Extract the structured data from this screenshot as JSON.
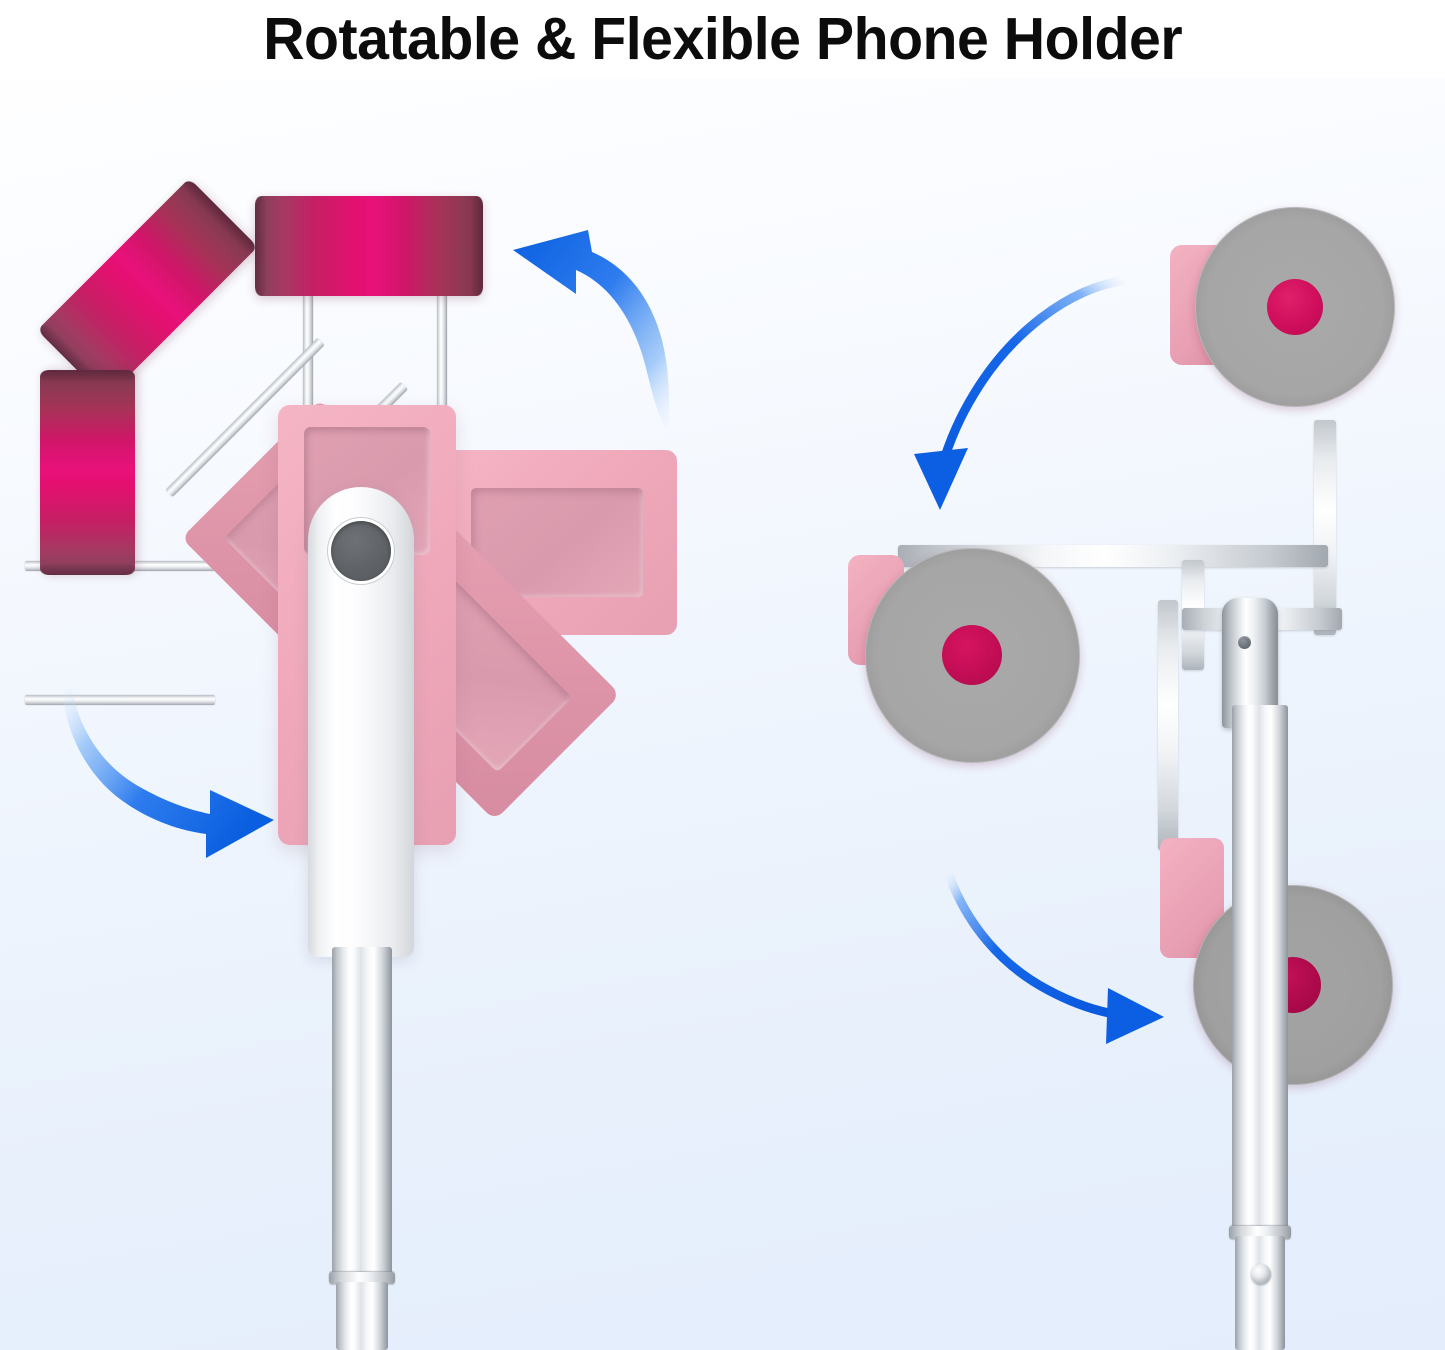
{
  "page": {
    "headline": "Rotatable & Flexible Phone Holder",
    "background_top_color": "#fcfdff",
    "background_bottom_color": "#e3edfc"
  },
  "colors": {
    "title_text": "#0c0c0c",
    "arrow_blue": "#1565e8",
    "arrow_blue_light": "#3d8bf2",
    "magnet_magenta": "#d10b59",
    "magnet_face_gray": "#a6a6a6",
    "holder_pink": "#efa8ba",
    "holder_pink_dark": "#dd93a7",
    "chrome_silver": "#d9dde1",
    "body_white": "#ffffff",
    "button_gray": "#5f6367"
  },
  "left_panel": {
    "name": "rotation-demo",
    "caption": "",
    "parts": [
      {
        "id": "magnet-disc-top",
        "label": "magnetic disc rotated to 90 degrees"
      },
      {
        "id": "magnet-disc-diagonal",
        "label": "magnetic disc rotated to 45 degrees"
      },
      {
        "id": "magnet-disc-left",
        "label": "magnetic disc rotated to 0 degrees"
      },
      {
        "id": "pink-mount-block",
        "label": "pink mounting block"
      },
      {
        "id": "pink-clamp-arm-horizontal",
        "label": "pink clamp arm horizontal"
      },
      {
        "id": "pink-clamp-arm-diagonal",
        "label": "pink clamp arm diagonal"
      },
      {
        "id": "white-handle-body",
        "label": "white handle body"
      },
      {
        "id": "release-button",
        "label": "circular release button"
      },
      {
        "id": "telescoping-pole",
        "label": "telescoping chrome pole"
      }
    ],
    "arrows": [
      {
        "id": "arrow-rotate-up",
        "direction": "up-left",
        "style": "tapered"
      },
      {
        "id": "arrow-rotate-down",
        "direction": "down-right",
        "style": "tapered"
      }
    ]
  },
  "right_panel": {
    "name": "articulation-demo",
    "caption": "",
    "parts": [
      {
        "id": "magnet-disc-upper",
        "label": "magnetic disc raised position"
      },
      {
        "id": "magnet-disc-middle",
        "label": "magnetic disc extended position"
      },
      {
        "id": "magnet-disc-lower",
        "label": "magnetic disc lowered position"
      },
      {
        "id": "swivel-arm-upper",
        "label": "upper swivel arm"
      },
      {
        "id": "swivel-arm-middle",
        "label": "middle swivel arm"
      },
      {
        "id": "pivot-joint",
        "label": "cylindrical pivot joint"
      },
      {
        "id": "telescoping-pole",
        "label": "telescoping chrome pole"
      },
      {
        "id": "pole-lock-pin",
        "label": "pole lock pin"
      }
    ],
    "arrows": [
      {
        "id": "arrow-fold-down",
        "direction": "down-left",
        "style": "thin-line"
      },
      {
        "id": "arrow-swing-down",
        "direction": "down-right",
        "style": "thin-line"
      }
    ]
  }
}
